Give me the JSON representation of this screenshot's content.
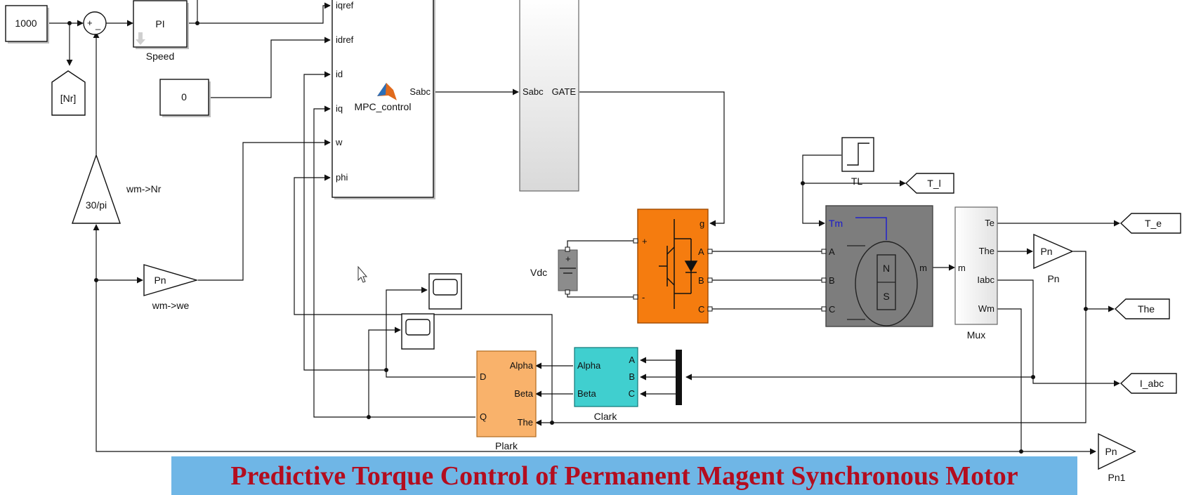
{
  "blocks": {
    "const_speed": "1000",
    "const_idref": "0",
    "sum_plus": "+",
    "sum_minus": "_",
    "pi_label": "PI",
    "pi_name": "Speed",
    "goto_nr": "[Nr]",
    "gain_30pi": "30/pi",
    "gain_30pi_name": "wm->Nr",
    "gain_pn_we": "Pn",
    "gain_pn_we_name": "wm->we",
    "mpc_name": "MPC_control",
    "mpc_inputs": [
      "iqref",
      "idref",
      "id",
      "iq",
      "w",
      "phi"
    ],
    "mpc_output": "Sabc",
    "gate_in": "Sabc",
    "gate_out": "GATE",
    "vdc_label": "Vdc",
    "vdc_plus": "+",
    "inverter_ports": {
      "g": "g",
      "a": "A",
      "b": "B",
      "c": "C",
      "plus": "+",
      "minus": "-"
    },
    "step_name": "TL",
    "goto_tl": "T_l",
    "motor_ports": {
      "tm": "Tm",
      "a": "A",
      "b": "B",
      "c": "C",
      "m": "m",
      "n": "N",
      "s": "S"
    },
    "mux_name": "Mux",
    "mux_in": "m",
    "mux_outputs": [
      "Te",
      "The",
      "Iabc",
      "Wm"
    ],
    "goto_te": "T_e",
    "gain_pn_the": "Pn",
    "gain_pn_the_name": "Pn",
    "goto_the": "The",
    "goto_iabc": "I_abc",
    "clark_name": "Clark",
    "clark_inputs": [
      "A",
      "B",
      "C"
    ],
    "clark_outputs": [
      "Alpha",
      "Beta"
    ],
    "park_name": "Plark",
    "park_inputs": [
      "Alpha",
      "Beta",
      "The"
    ],
    "park_outputs": [
      "D",
      "Q"
    ],
    "gain_pn1": "Pn",
    "gain_pn1_name": "Pn1"
  },
  "banner": {
    "title": "Predictive Torque Control of Permanent Magent Synchronous Motor",
    "bg_color": "#6fb6e6",
    "text_color": "#b30d1f"
  },
  "colors": {
    "inverter": "#f57c0f",
    "motor": "#7d7d7d",
    "clark": "#40cfcf",
    "park": "#f9b26b"
  }
}
